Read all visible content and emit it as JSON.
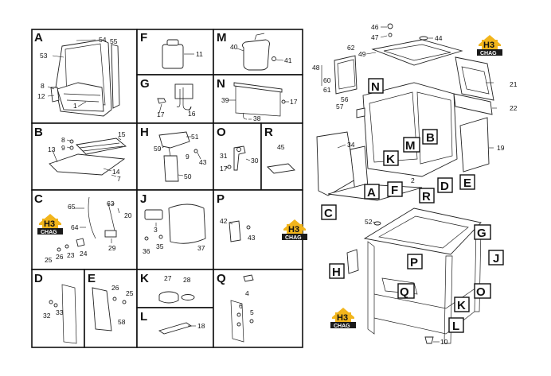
{
  "panels": {
    "A": {
      "letter": "A",
      "parts": [
        "54",
        "55",
        "53",
        "8",
        "12",
        "1"
      ]
    },
    "F": {
      "letter": "F",
      "parts": [
        "11"
      ]
    },
    "M": {
      "letter": "M",
      "parts": [
        "40",
        "41"
      ]
    },
    "G": {
      "letter": "G",
      "parts": [
        "17",
        "16"
      ]
    },
    "N": {
      "letter": "N",
      "parts": [
        "39",
        "17",
        "38"
      ]
    },
    "B": {
      "letter": "B",
      "parts": [
        "8",
        "9",
        "15",
        "13",
        "14",
        "7"
      ]
    },
    "H": {
      "letter": "H",
      "parts": [
        "51",
        "59",
        "9",
        "43",
        "50"
      ]
    },
    "O": {
      "letter": "O",
      "parts": [
        "31",
        "17",
        "30"
      ]
    },
    "R": {
      "letter": "R",
      "parts": [
        "45"
      ]
    },
    "C": {
      "letter": "C",
      "parts": [
        "65",
        "63",
        "20",
        "64",
        "29",
        "25",
        "26",
        "23",
        "24"
      ]
    },
    "J": {
      "letter": "J",
      "parts": [
        "3",
        "36",
        "35",
        "37"
      ]
    },
    "P": {
      "letter": "P",
      "parts": [
        "42",
        "43"
      ]
    },
    "D": {
      "letter": "D",
      "parts": [
        "32",
        "33"
      ]
    },
    "E": {
      "letter": "E",
      "parts": [
        "26",
        "25",
        "58"
      ]
    },
    "K": {
      "letter": "K",
      "parts": [
        "27",
        "28"
      ]
    },
    "Q": {
      "letter": "Q",
      "parts": [
        "4",
        "6",
        "5"
      ]
    },
    "L": {
      "letter": "L",
      "parts": [
        "18"
      ]
    }
  },
  "cab_top": {
    "parts": [
      "46",
      "47",
      "44",
      "49",
      "48",
      "62",
      "60",
      "61",
      "56",
      "57",
      "34",
      "21",
      "22",
      "19",
      "2"
    ],
    "callouts": [
      "N",
      "M",
      "B",
      "K",
      "F",
      "R",
      "D",
      "E",
      "A",
      "C"
    ]
  },
  "cab_bottom": {
    "parts": [
      "52",
      "10"
    ],
    "callouts": [
      "G",
      "J",
      "P",
      "H",
      "Q",
      "O",
      "K",
      "L"
    ]
  },
  "logo": {
    "mark": "H3",
    "word": "CHAG"
  },
  "colors": {
    "logo_yellow": "#f2b51c",
    "logo_dark": "#1a1a1a"
  }
}
